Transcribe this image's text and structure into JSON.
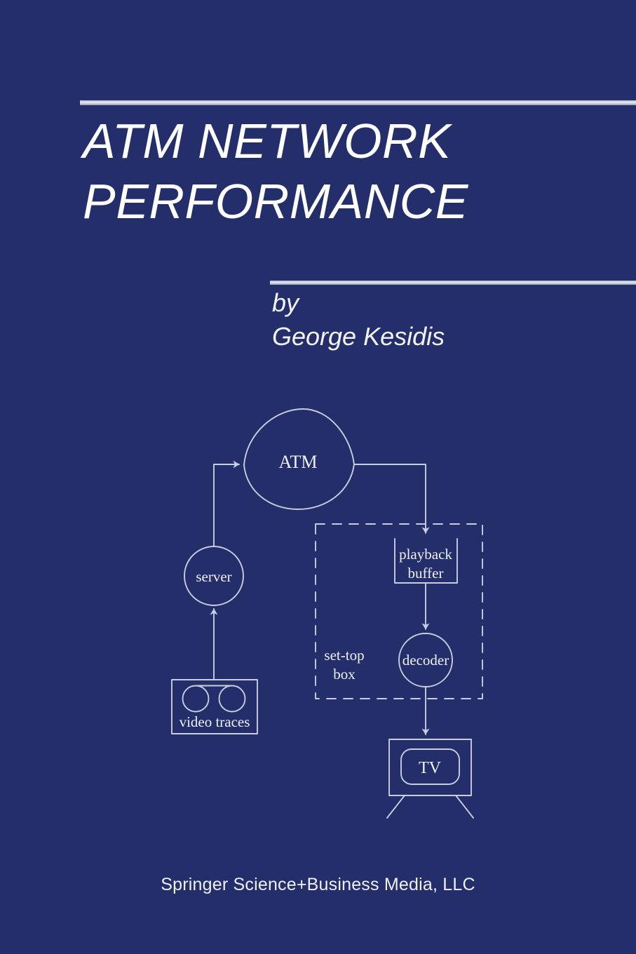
{
  "cover": {
    "background_color": "#232e6b",
    "rule_color": "#dfe2ea",
    "text_color": "#ffffff"
  },
  "title": {
    "line1": "ATM NETWORK",
    "line2": "PERFORMANCE",
    "full": "ATM NETWORK PERFORMANCE"
  },
  "byline": {
    "by_label": "by",
    "author": "George Kesidis"
  },
  "publisher": {
    "name": "Springer Science+Business Media, LLC"
  },
  "diagram": {
    "title": "ATM video delivery system block diagram",
    "line_color": "#c9cddd",
    "nodes": {
      "atm": {
        "label": "ATM",
        "shape": "cloud"
      },
      "server": {
        "label": "server",
        "shape": "circle"
      },
      "video_traces": {
        "label": "video traces",
        "shape": "cassette"
      },
      "playback_buffer": {
        "label_line1": "playback",
        "label_line2": "buffer",
        "shape": "open-box"
      },
      "decoder": {
        "label": "decoder",
        "shape": "circle"
      },
      "set_top_box": {
        "label_line1": "set-top",
        "label_line2": "box",
        "shape": "dashed-rect"
      },
      "tv": {
        "label": "TV",
        "shape": "television"
      }
    },
    "edges": [
      {
        "from": "video_traces",
        "to": "server",
        "direction": "up"
      },
      {
        "from": "server",
        "to": "atm",
        "direction": "up-right"
      },
      {
        "from": "atm",
        "to": "playback_buffer",
        "direction": "right-down"
      },
      {
        "from": "playback_buffer",
        "to": "decoder",
        "direction": "down"
      },
      {
        "from": "decoder",
        "to": "tv",
        "direction": "down"
      }
    ]
  }
}
